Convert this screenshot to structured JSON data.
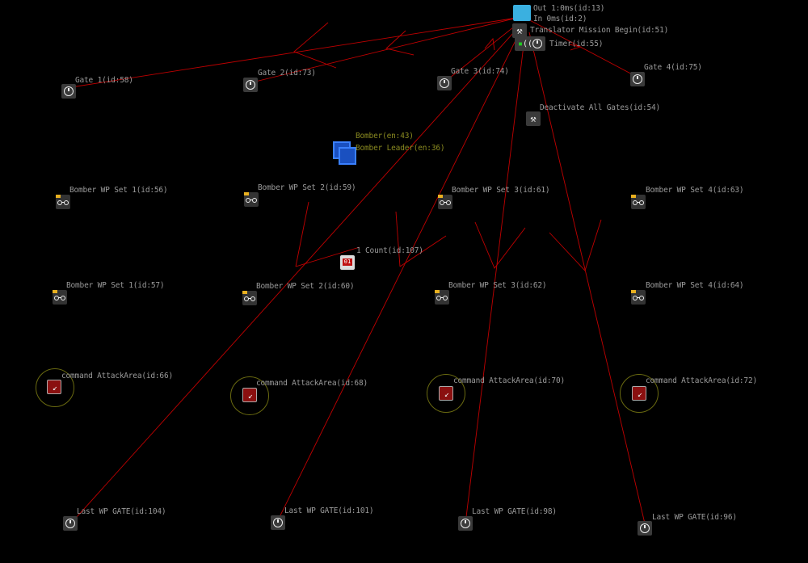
{
  "colors": {
    "link": "#c00000",
    "label": "#9a9a9a",
    "unit_label": "#8a8a20",
    "background": "#000000"
  },
  "top_cluster": {
    "out": "Out 1:0ms(id:13)",
    "in": "In 0ms(id:2)",
    "timer": "Timer(id:55)",
    "translator": "Translator Mission Begin(id:51)"
  },
  "deactivate": "Deactivate All Gates(id:54)",
  "gates": [
    "Gate 1(id:58)",
    "Gate 2(id:73)",
    "Gate 3(id:74)",
    "Gate 4(id:75)"
  ],
  "units": {
    "bomber": "Bomber(en:43)",
    "bomber_leader": "Bomber Leader(en:36)"
  },
  "wp_sets_row1": [
    "Bomber WP Set 1(id:56)",
    "Bomber WP Set 2(id:59)",
    "Bomber WP Set 3(id:61)",
    "Bomber WP Set 4(id:63)"
  ],
  "counter": {
    "label": "1 Count(id:107)",
    "value": "01"
  },
  "wp_sets_row2": [
    "Bomber WP Set 1(id:57)",
    "Bomber WP Set 2(id:60)",
    "Bomber WP Set 3(id:62)",
    "Bomber WP Set 4(id:64)"
  ],
  "attack_areas": [
    "command AttackArea(id:66)",
    "command AttackArea(id:68)",
    "command AttackArea(id:70)",
    "command AttackArea(id:72)"
  ],
  "last_gates": [
    "Last WP GATE(id:104)",
    "Last WP GATE(id:101)",
    "Last WP GATE(id:98)",
    "Last WP GATE(id:96)"
  ]
}
